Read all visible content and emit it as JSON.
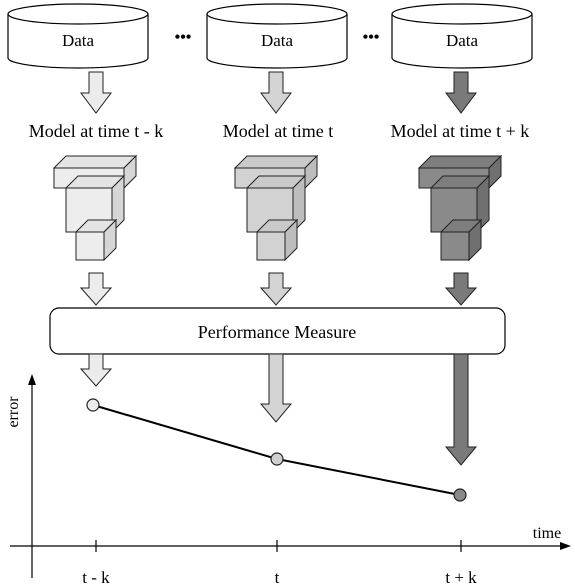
{
  "data_label": "Data",
  "ellipsis": "•••",
  "models": [
    {
      "label": "Model at time t - k",
      "color": "#ededed",
      "side": "#d6d6d6",
      "top": "#e4e4e4",
      "tick": "t - k"
    },
    {
      "label": "Model at time t",
      "color": "#d2d2d2",
      "side": "#bdbdbd",
      "top": "#c9c9c9",
      "tick": "t"
    },
    {
      "label": "Model at time t + k",
      "color": "#8a8a8a",
      "side": "#707070",
      "top": "#7e7e7e",
      "tick": "t + k"
    }
  ],
  "performance_label": "Performance Measure",
  "axis": {
    "x_label": "time",
    "y_label": "error"
  },
  "error_points": [
    {
      "t": "t - k",
      "level": "high"
    },
    {
      "t": "t",
      "level": "medium"
    },
    {
      "t": "t + k",
      "level": "low"
    }
  ]
}
